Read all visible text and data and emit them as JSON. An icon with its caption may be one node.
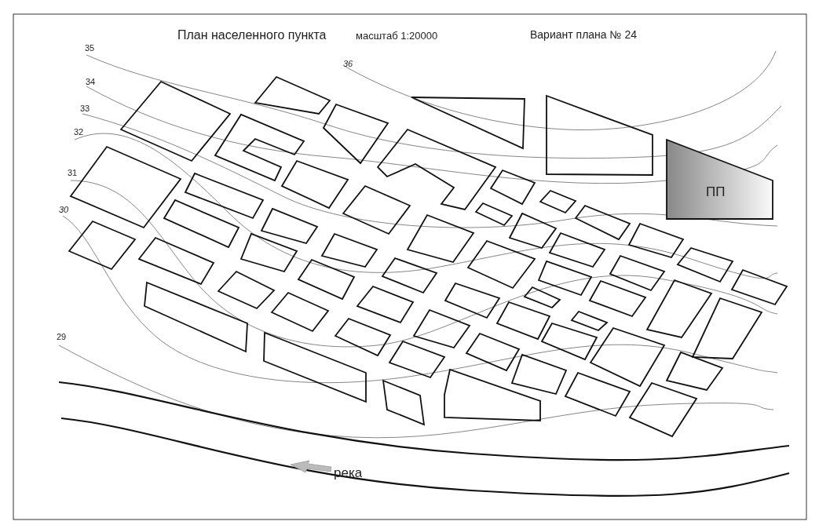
{
  "diagram": {
    "title": "План населенного пункта",
    "nodes": [
      {
        "text": [
          "ПП"
        ]
      }
    ],
    "edges": [],
    "labels": [
      "масштаб 1:20000",
      "Вариант плана № 24",
      "35",
      "36",
      "34",
      "33",
      "32",
      "31",
      "30",
      "29",
      "река"
    ]
  }
}
